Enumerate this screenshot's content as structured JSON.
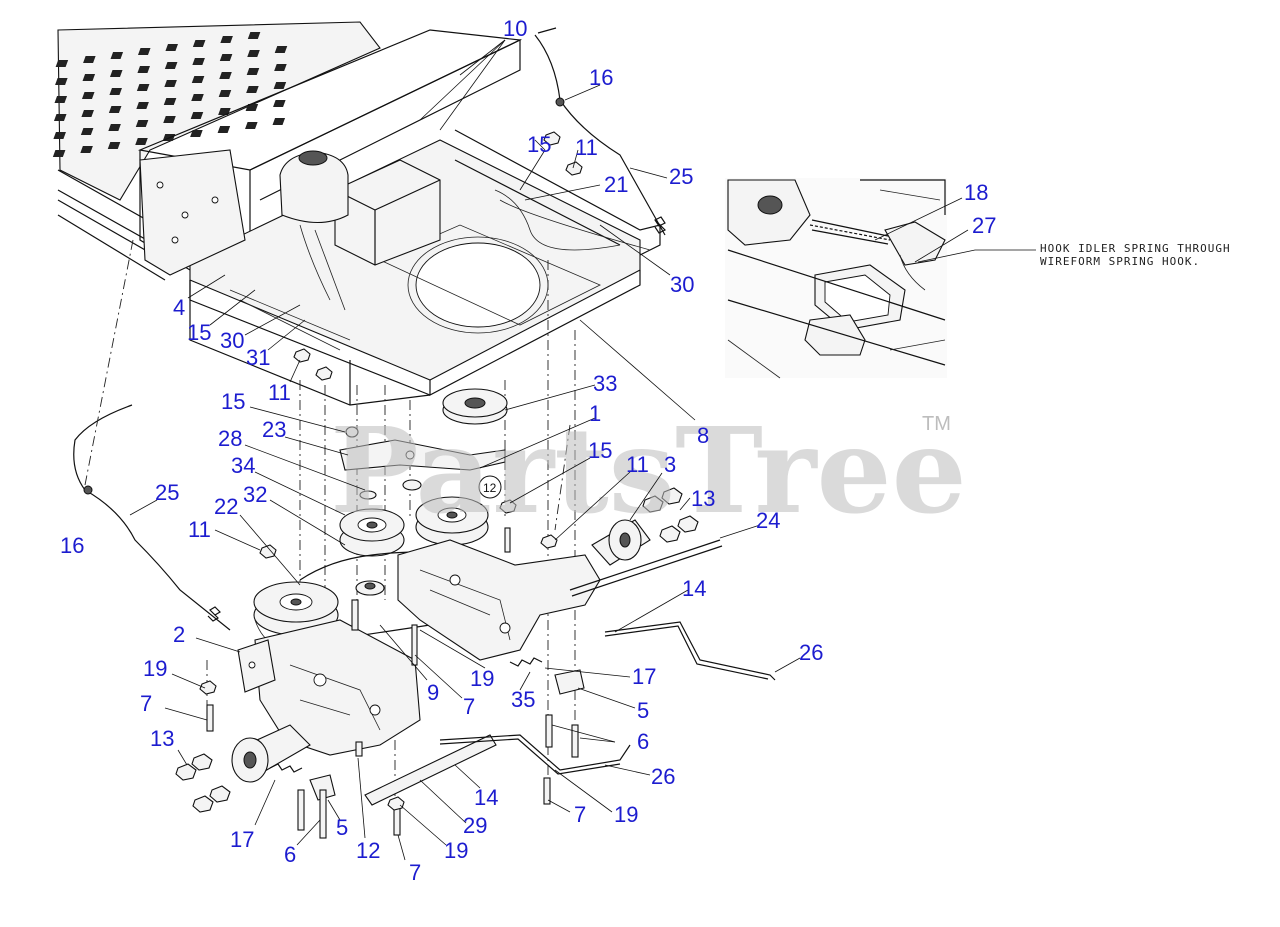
{
  "watermark": {
    "text": "PartsTree",
    "tm": "TM"
  },
  "inset_note": [
    "HOOK IDLER SPRING THROUGH",
    "WIREFORM SPRING HOOK."
  ],
  "callouts": [
    {
      "id": "c10",
      "label": "10"
    },
    {
      "id": "c16a",
      "label": "16"
    },
    {
      "id": "c15a",
      "label": "15"
    },
    {
      "id": "c11a",
      "label": "11"
    },
    {
      "id": "c25a",
      "label": "25"
    },
    {
      "id": "c21",
      "label": "21"
    },
    {
      "id": "c30a",
      "label": "30"
    },
    {
      "id": "c4",
      "label": "4"
    },
    {
      "id": "c15b",
      "label": "15"
    },
    {
      "id": "c30b",
      "label": "30"
    },
    {
      "id": "c31",
      "label": "31"
    },
    {
      "id": "c11b",
      "label": "11"
    },
    {
      "id": "c33",
      "label": "33"
    },
    {
      "id": "c1",
      "label": "1"
    },
    {
      "id": "c8",
      "label": "8"
    },
    {
      "id": "c15c",
      "label": "15"
    },
    {
      "id": "c23",
      "label": "23"
    },
    {
      "id": "c28",
      "label": "28"
    },
    {
      "id": "c15d",
      "label": "15"
    },
    {
      "id": "c11c",
      "label": "11"
    },
    {
      "id": "c3",
      "label": "3"
    },
    {
      "id": "c34",
      "label": "34"
    },
    {
      "id": "c12a",
      "label": "12"
    },
    {
      "id": "c13a",
      "label": "13"
    },
    {
      "id": "c25b",
      "label": "25"
    },
    {
      "id": "c32",
      "label": "32"
    },
    {
      "id": "c22",
      "label": "22"
    },
    {
      "id": "c24",
      "label": "24"
    },
    {
      "id": "c11d",
      "label": "11"
    },
    {
      "id": "c16b",
      "label": "16"
    },
    {
      "id": "c14a",
      "label": "14"
    },
    {
      "id": "c26a",
      "label": "26"
    },
    {
      "id": "c2",
      "label": "2"
    },
    {
      "id": "c19a",
      "label": "19"
    },
    {
      "id": "c9",
      "label": "9"
    },
    {
      "id": "c19b",
      "label": "19"
    },
    {
      "id": "c17a",
      "label": "17"
    },
    {
      "id": "c7a",
      "label": "7"
    },
    {
      "id": "c35",
      "label": "35"
    },
    {
      "id": "c5a",
      "label": "5"
    },
    {
      "id": "c7b",
      "label": "7"
    },
    {
      "id": "c6a",
      "label": "6"
    },
    {
      "id": "c13b",
      "label": "13"
    },
    {
      "id": "c26b",
      "label": "26"
    },
    {
      "id": "c14b",
      "label": "14"
    },
    {
      "id": "c5b",
      "label": "5"
    },
    {
      "id": "c7c",
      "label": "7"
    },
    {
      "id": "c19c",
      "label": "19"
    },
    {
      "id": "c29",
      "label": "29"
    },
    {
      "id": "c17b",
      "label": "17"
    },
    {
      "id": "c6b",
      "label": "6"
    },
    {
      "id": "c12b",
      "label": "12"
    },
    {
      "id": "c19d",
      "label": "19"
    },
    {
      "id": "c7d",
      "label": "7"
    },
    {
      "id": "c18",
      "label": "18"
    },
    {
      "id": "c27",
      "label": "27"
    }
  ]
}
